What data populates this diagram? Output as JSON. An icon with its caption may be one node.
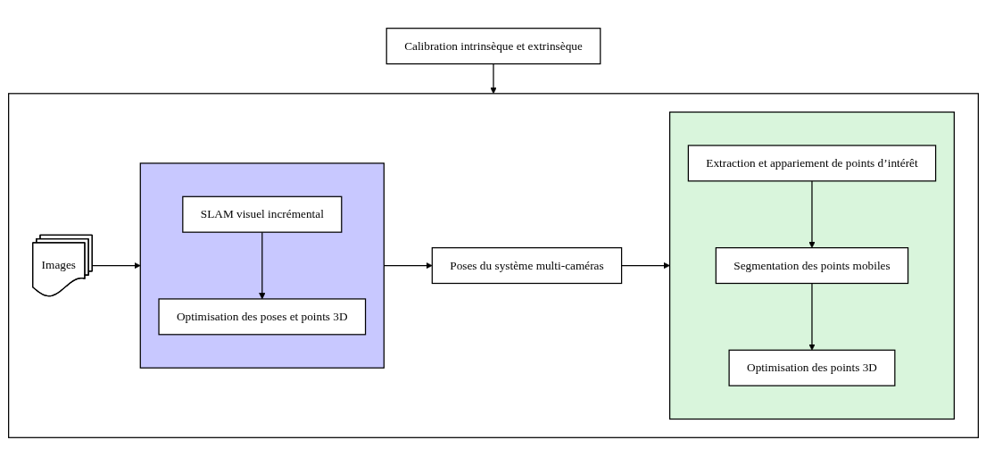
{
  "diagram": {
    "nodes": [
      {
        "text": [
          "Calibration intrinsèque et extrinsèque"
        ]
      },
      {
        "text": [],
        "shape": "box"
      },
      {
        "text": [
          "Images"
        ],
        "in": 1
      },
      {
        "text": [],
        "shape": "box",
        "in": 1
      },
      {
        "text": [
          "SLAM visuel incrémental"
        ],
        "in": 3
      },
      {
        "text": [
          "Optimisation des poses et points 3D"
        ],
        "in": 3
      },
      {
        "text": [
          "Poses du système multi-caméras"
        ],
        "in": 1
      },
      {
        "text": [],
        "shape": "box",
        "in": 1
      },
      {
        "text": [
          "Extraction et appariement de points d’intérêt"
        ],
        "in": 7
      },
      {
        "text": [
          "Segmentation des points mobiles"
        ],
        "in": 7
      },
      {
        "text": [
          "Optimisation des points 3D"
        ],
        "in": 7
      }
    ],
    "edges": [
      {
        "from": 0,
        "to": 1,
        "arrow": "to"
      },
      {
        "from": 2,
        "to": 3,
        "arrow": "to"
      },
      {
        "from": 4,
        "to": 5,
        "arrow": "to"
      },
      {
        "from": 3,
        "to": 6,
        "arrow": "to"
      },
      {
        "from": 6,
        "to": 7,
        "arrow": "to"
      },
      {
        "from": 8,
        "to": 9,
        "arrow": "to"
      },
      {
        "from": 9,
        "to": 10,
        "arrow": "to"
      }
    ]
  }
}
